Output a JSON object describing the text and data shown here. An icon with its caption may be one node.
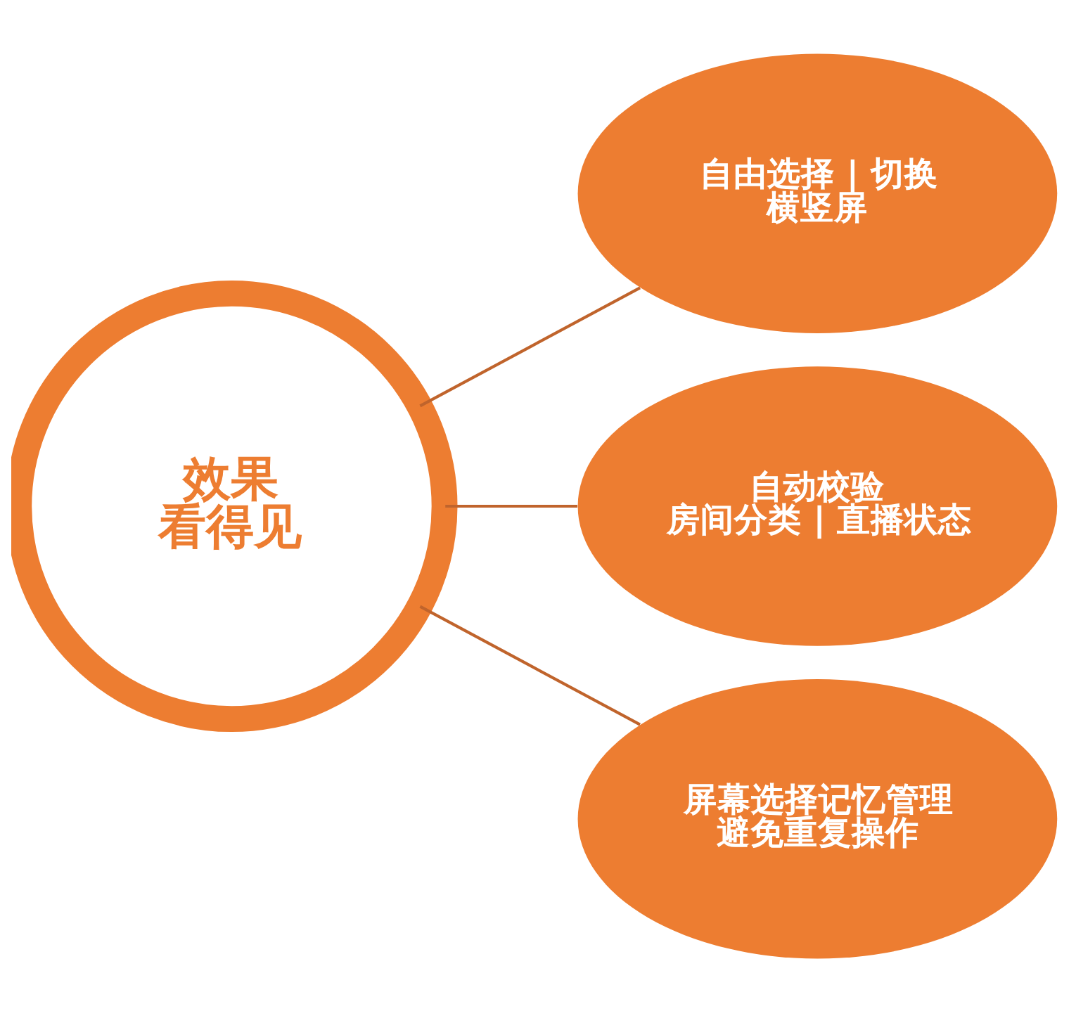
{
  "diagram": {
    "nodes": [
      {
        "text": [
          "效果",
          "看得见"
        ]
      },
      {
        "text": [
          "自由选择 | 切换",
          "横竖屏"
        ]
      },
      {
        "text": [
          "自动校验",
          "房间分类 | 直播状态"
        ]
      },
      {
        "text": [
          "屏幕选择记忆管理",
          "避免重复操作"
        ]
      }
    ],
    "edges": [
      {
        "from": 0,
        "to": 1,
        "arrow": "none"
      },
      {
        "from": 0,
        "to": 2,
        "arrow": "none"
      },
      {
        "from": 0,
        "to": 3,
        "arrow": "none"
      }
    ]
  }
}
